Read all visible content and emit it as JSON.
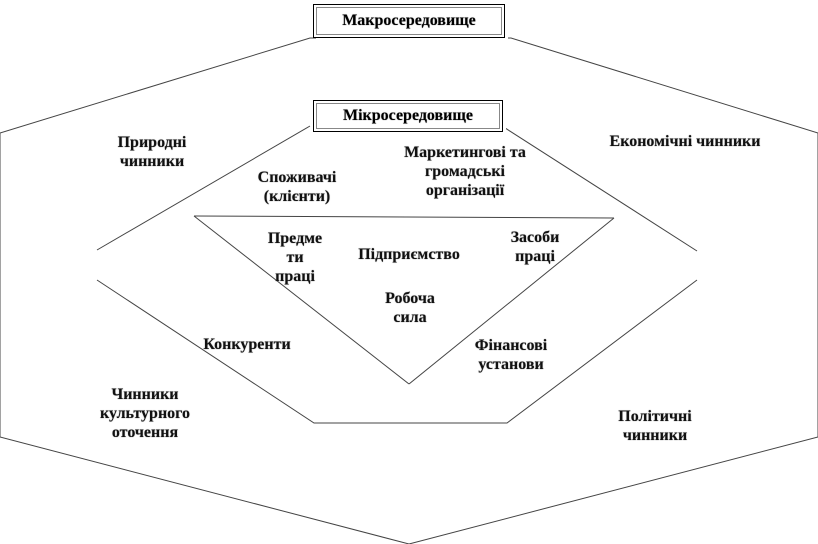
{
  "titles": {
    "macro": "Макросередовище",
    "micro": "Мікросередовище",
    "enterprise": "Підприємство"
  },
  "macro_factors": {
    "natural": "Природні\nчинники",
    "economic": "Економічні чинники",
    "cultural": "Чинники\nкультурного\nоточення",
    "political": "Політичні\nчинники"
  },
  "micro_factors": {
    "consumers": "Споживачі\n(клієнти)",
    "marketing_orgs": "Маркетингові  та\nгромадські\nорганізації",
    "competitors": "Конкуренти",
    "financial": "Фінансові\nустанови"
  },
  "enterprise_factors": {
    "labor_objects": "Предме\nти\nпраці",
    "labor_means": "Засоби\nпраці",
    "workforce": "Робоча\nсила"
  }
}
